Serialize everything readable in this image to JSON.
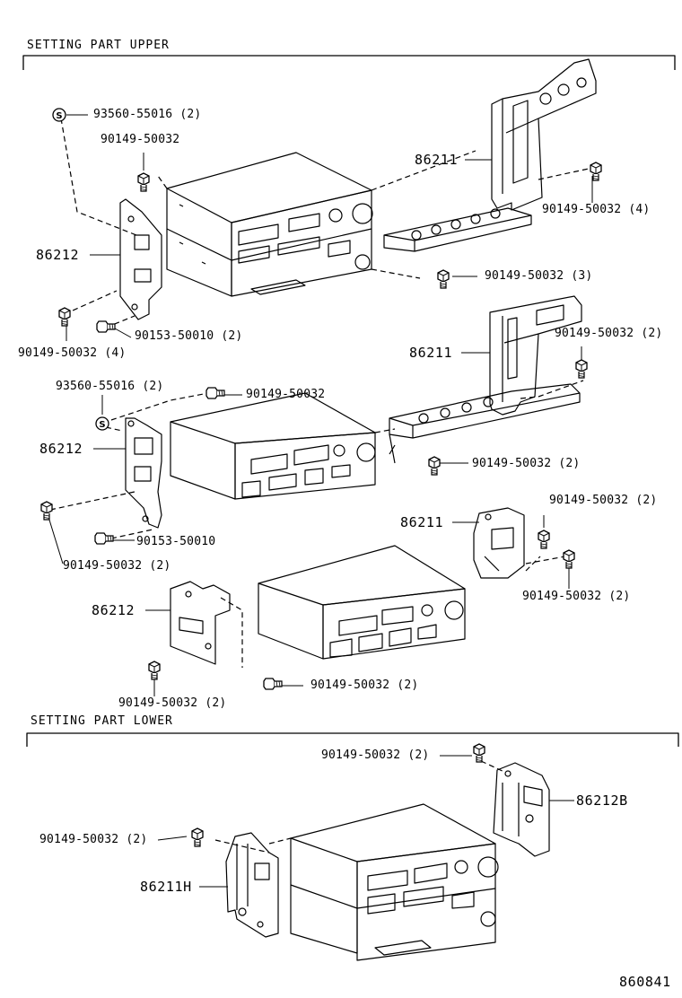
{
  "sections": {
    "upper": "SETTING PART UPPER",
    "lower": "SETTING PART LOWER"
  },
  "labels": {
    "u1_clip": "93560-55016 (2)",
    "u1_bolt_top": "90149-50032",
    "u1_bracket": "86212",
    "u1_bolt_left": "90149-50032 (4)",
    "u1_screw": "90153-50010 (2)",
    "u1_rbracket": "86211",
    "u1_rbolt": "90149-50032 (4)",
    "u1_midbolt": "90149-50032 (3)",
    "u2_rbracket": "86211",
    "u2_rbolt": "90149-50032 (2)",
    "u2_clip": "93560-55016 (2)",
    "u2_topbolt": "90149-50032",
    "u2_bracket": "86212",
    "u2_bottombolt": "90149-50032 (2)",
    "u2_screw": "90153-50010",
    "u2_leftbolt": "90149-50032 (2)",
    "u3_rbracket": "86211",
    "u3_rbolt1": "90149-50032 (2)",
    "u3_rbolt2": "90149-50032 (2)",
    "u3_bracket": "86212",
    "u3_bolt_mid": "90149-50032 (2)",
    "u3_bolt_left": "90149-50032 (2)",
    "l_bolt_top": "90149-50032 (2)",
    "l_rbracket": "86212B",
    "l_bolt_left": "90149-50032 (2)",
    "l_lbracket": "86211H",
    "figure_id": "860841"
  }
}
